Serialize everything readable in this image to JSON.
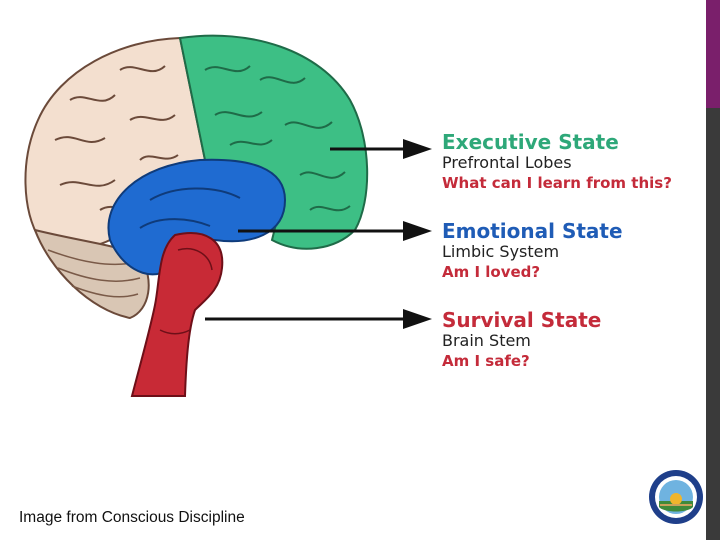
{
  "states": [
    {
      "title": "Executive State",
      "system": "Prefrontal Lobes",
      "question": "What can I learn from this?",
      "color": "#2ea879",
      "question_color": "#c42b3a"
    },
    {
      "title": "Emotional State",
      "system": "Limbic System",
      "question": "Am I loved?",
      "color": "#1f5cb6",
      "question_color": "#c42b3a"
    },
    {
      "title": "Survival State",
      "system": "Brain Stem",
      "question": "Am I safe?",
      "color": "#c42b3a",
      "question_color": "#c42b3a"
    }
  ],
  "caption": "Image from Conscious Discipline",
  "colors": {
    "cortex": "#f3dfcf",
    "prefrontal": "#3dbf85",
    "limbic": "#1f6bd1",
    "brainstem": "#c82a36",
    "cerebellum": "#d9c6b4",
    "arrow": "#111111",
    "sidebar": "#3a3a3a",
    "sidebar_accent": "#7a1f6b"
  }
}
